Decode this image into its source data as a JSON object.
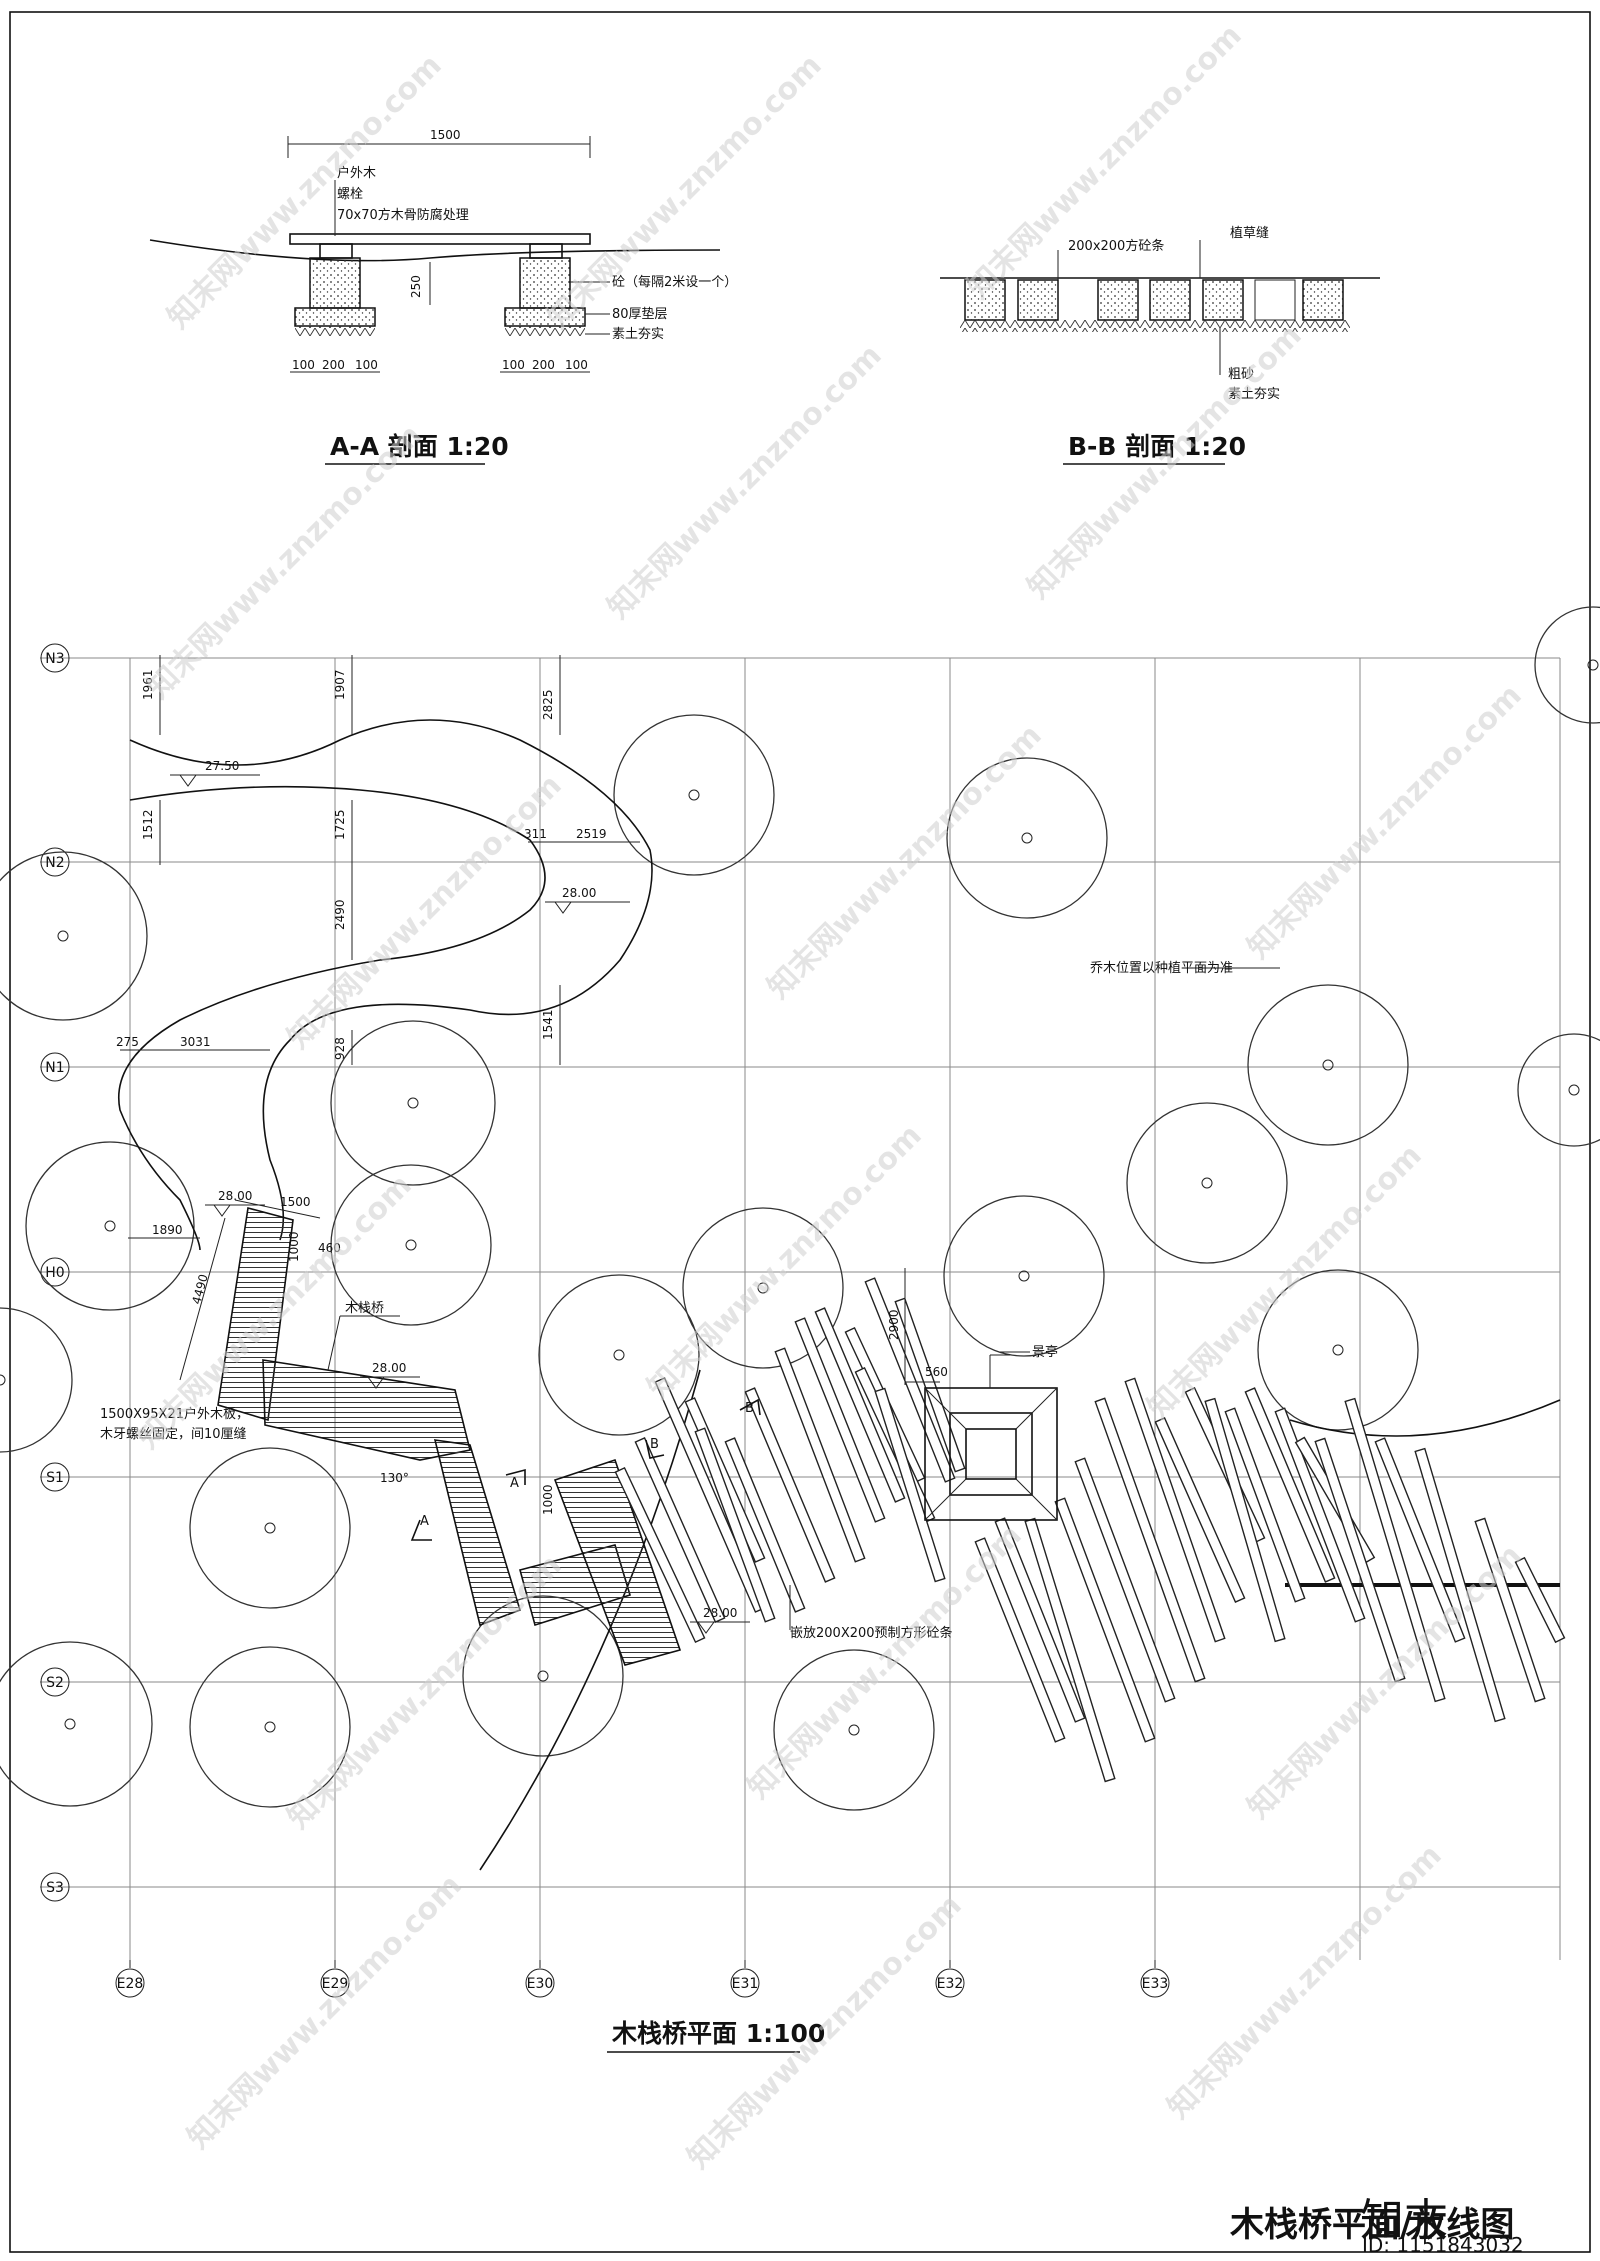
{
  "titles": {
    "section_a": "A-A 剖面 1:20",
    "section_b": "B-B 剖面 1:20",
    "plan": "木栈桥平面 1:100",
    "sheet": "木栈桥平面/放线图"
  },
  "section_a": {
    "dim_top": "1500",
    "labels": [
      "户外木",
      "螺栓",
      "70x70方木骨防腐处理",
      "砼（每隔2米设一个）",
      "80厚垫层",
      "素土夯实"
    ],
    "dim_height": "250",
    "dims_bottom": [
      "100",
      "200",
      "100",
      "100",
      "200",
      "100"
    ]
  },
  "section_b": {
    "labels": [
      "200x200方砼条",
      "植草缝",
      "粗砂",
      "素土夯实"
    ]
  },
  "plan": {
    "row_axes": [
      "N3",
      "N2",
      "N1",
      "H0",
      "S1",
      "S2",
      "S3"
    ],
    "col_axes": [
      "E28",
      "E29",
      "E30",
      "E31",
      "E32",
      "E33"
    ],
    "elevations": [
      "27.50",
      "28.00",
      "28.00",
      "28.00",
      "28.00"
    ],
    "dims": [
      "1961",
      "1907",
      "2825",
      "1512",
      "1725",
      "311",
      "2519",
      "2490",
      "275",
      "3031",
      "928",
      "1541",
      "1890",
      "1500",
      "1000",
      "460",
      "4490",
      "2900",
      "560",
      "1000",
      "130°"
    ],
    "labels": {
      "tree_note": "乔木位置以种植平面为准",
      "boardwalk": "木栈桥",
      "deck_board": "1500X95X21户外木板，",
      "deck_fix": "木牙螺丝固定，间10厘缝",
      "pavilion": "景亭",
      "concrete_strip": "嵌放200X200预制方形砼条"
    },
    "section_markers": [
      "A",
      "A",
      "B",
      "B"
    ]
  },
  "watermark": {
    "text": "知末网www.znzmo.com",
    "logo": "知末",
    "id": "ID: 1151843032"
  }
}
